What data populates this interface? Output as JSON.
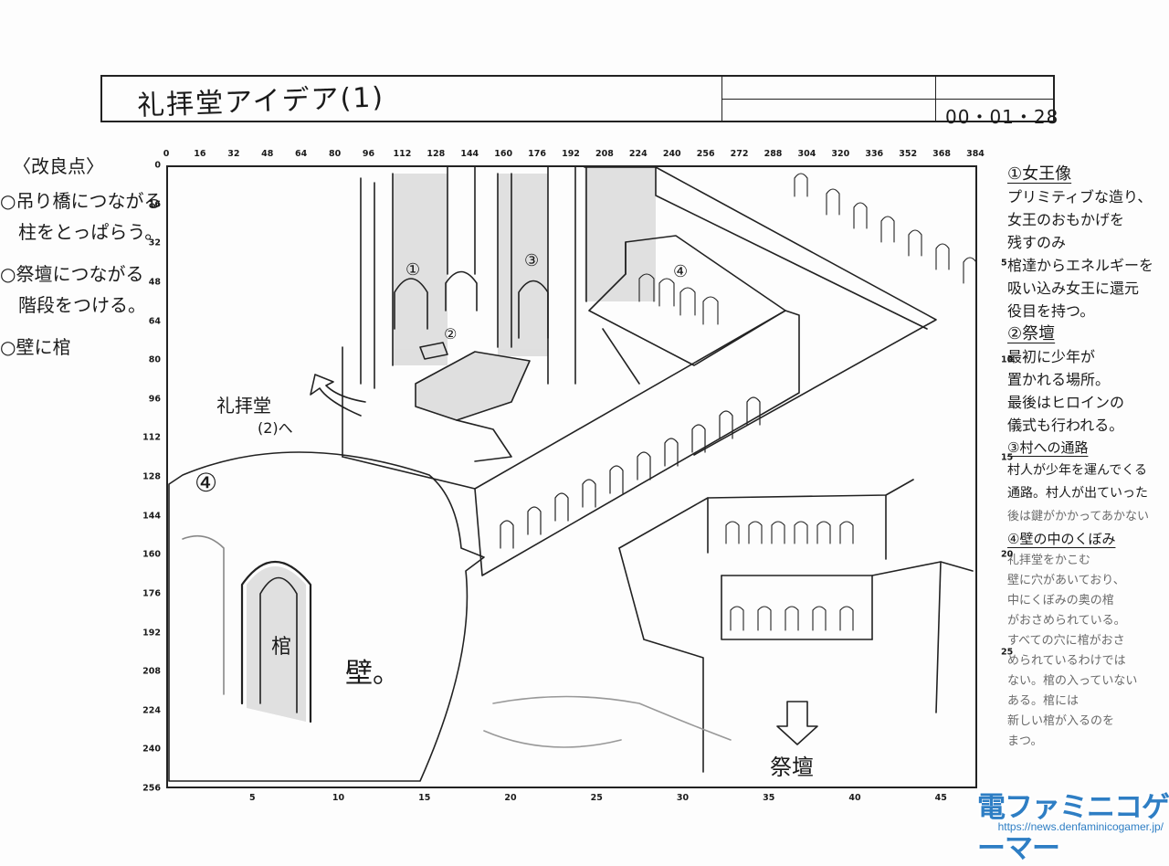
{
  "header": {
    "title": "礼拝堂アイデア(1)",
    "date": "00・01・28"
  },
  "left_notes": {
    "heading": "〈改良点〉",
    "items": [
      "○吊り橋につながる",
      "　柱をとっぱらう。",
      "○祭壇につながる",
      "　階段をつける。",
      "○壁に棺"
    ]
  },
  "right_notes": {
    "sections": [
      {
        "header": "①女王像",
        "lines": [
          "プリミティブな造り、",
          "女王のおもかげを",
          "残すのみ",
          "棺達からエネルギーを",
          "吸い込み女王に還元",
          "役目を持つ。"
        ]
      },
      {
        "header": "②祭壇",
        "lines": [
          "最初に少年が",
          "置かれる場所。",
          "最後はヒロインの",
          "儀式も行われる。"
        ]
      },
      {
        "header": "③村への通路",
        "lines": [
          "村人が少年を運んでくる",
          "通路。村人が出ていった",
          "後は鍵がかかってあかない"
        ]
      },
      {
        "header": "④壁の中のくぼみ",
        "lines": [
          "礼拝堂をかこむ",
          "壁に穴があいており、",
          "中にくぼみの奥の棺",
          "がおさめられている。",
          "すべての穴に棺がおさ",
          "められているわけでは",
          "ない。棺の入っていない",
          "ある。棺には",
          "新しい棺が入るのを",
          "まつ。"
        ]
      }
    ]
  },
  "axis": {
    "top": [
      "0",
      "16",
      "32",
      "48",
      "64",
      "80",
      "96",
      "112",
      "128",
      "144",
      "160",
      "176",
      "192",
      "208",
      "224",
      "240",
      "256",
      "272",
      "288",
      "304",
      "320",
      "336",
      "352",
      "368",
      "384"
    ],
    "left": [
      "0",
      "16",
      "32",
      "48",
      "64",
      "80",
      "96",
      "112",
      "128",
      "144",
      "160",
      "176",
      "192",
      "208",
      "224",
      "240",
      "256"
    ],
    "bottom": [
      "5",
      "10",
      "15",
      "20",
      "25",
      "30",
      "35",
      "40",
      "45"
    ],
    "right": [
      "5",
      "10",
      "15",
      "20",
      "25"
    ]
  },
  "sketch": {
    "label_1": "①",
    "label_2": "②",
    "label_3": "③",
    "label_4": "④",
    "detail_label": "④",
    "arrow_label_1": "礼拝堂",
    "arrow_label_2": "(2)へ",
    "coffin_label": "棺",
    "wall_label": "壁。",
    "altar_label": "祭壇"
  },
  "logo": {
    "name": "電ファミニコゲーマー",
    "url": "https://news.denfaminicogamer.jp/"
  },
  "colors": {
    "ink": "#1a1a1a",
    "paper": "#fdfdfd",
    "logo": "#2e7ec4"
  }
}
